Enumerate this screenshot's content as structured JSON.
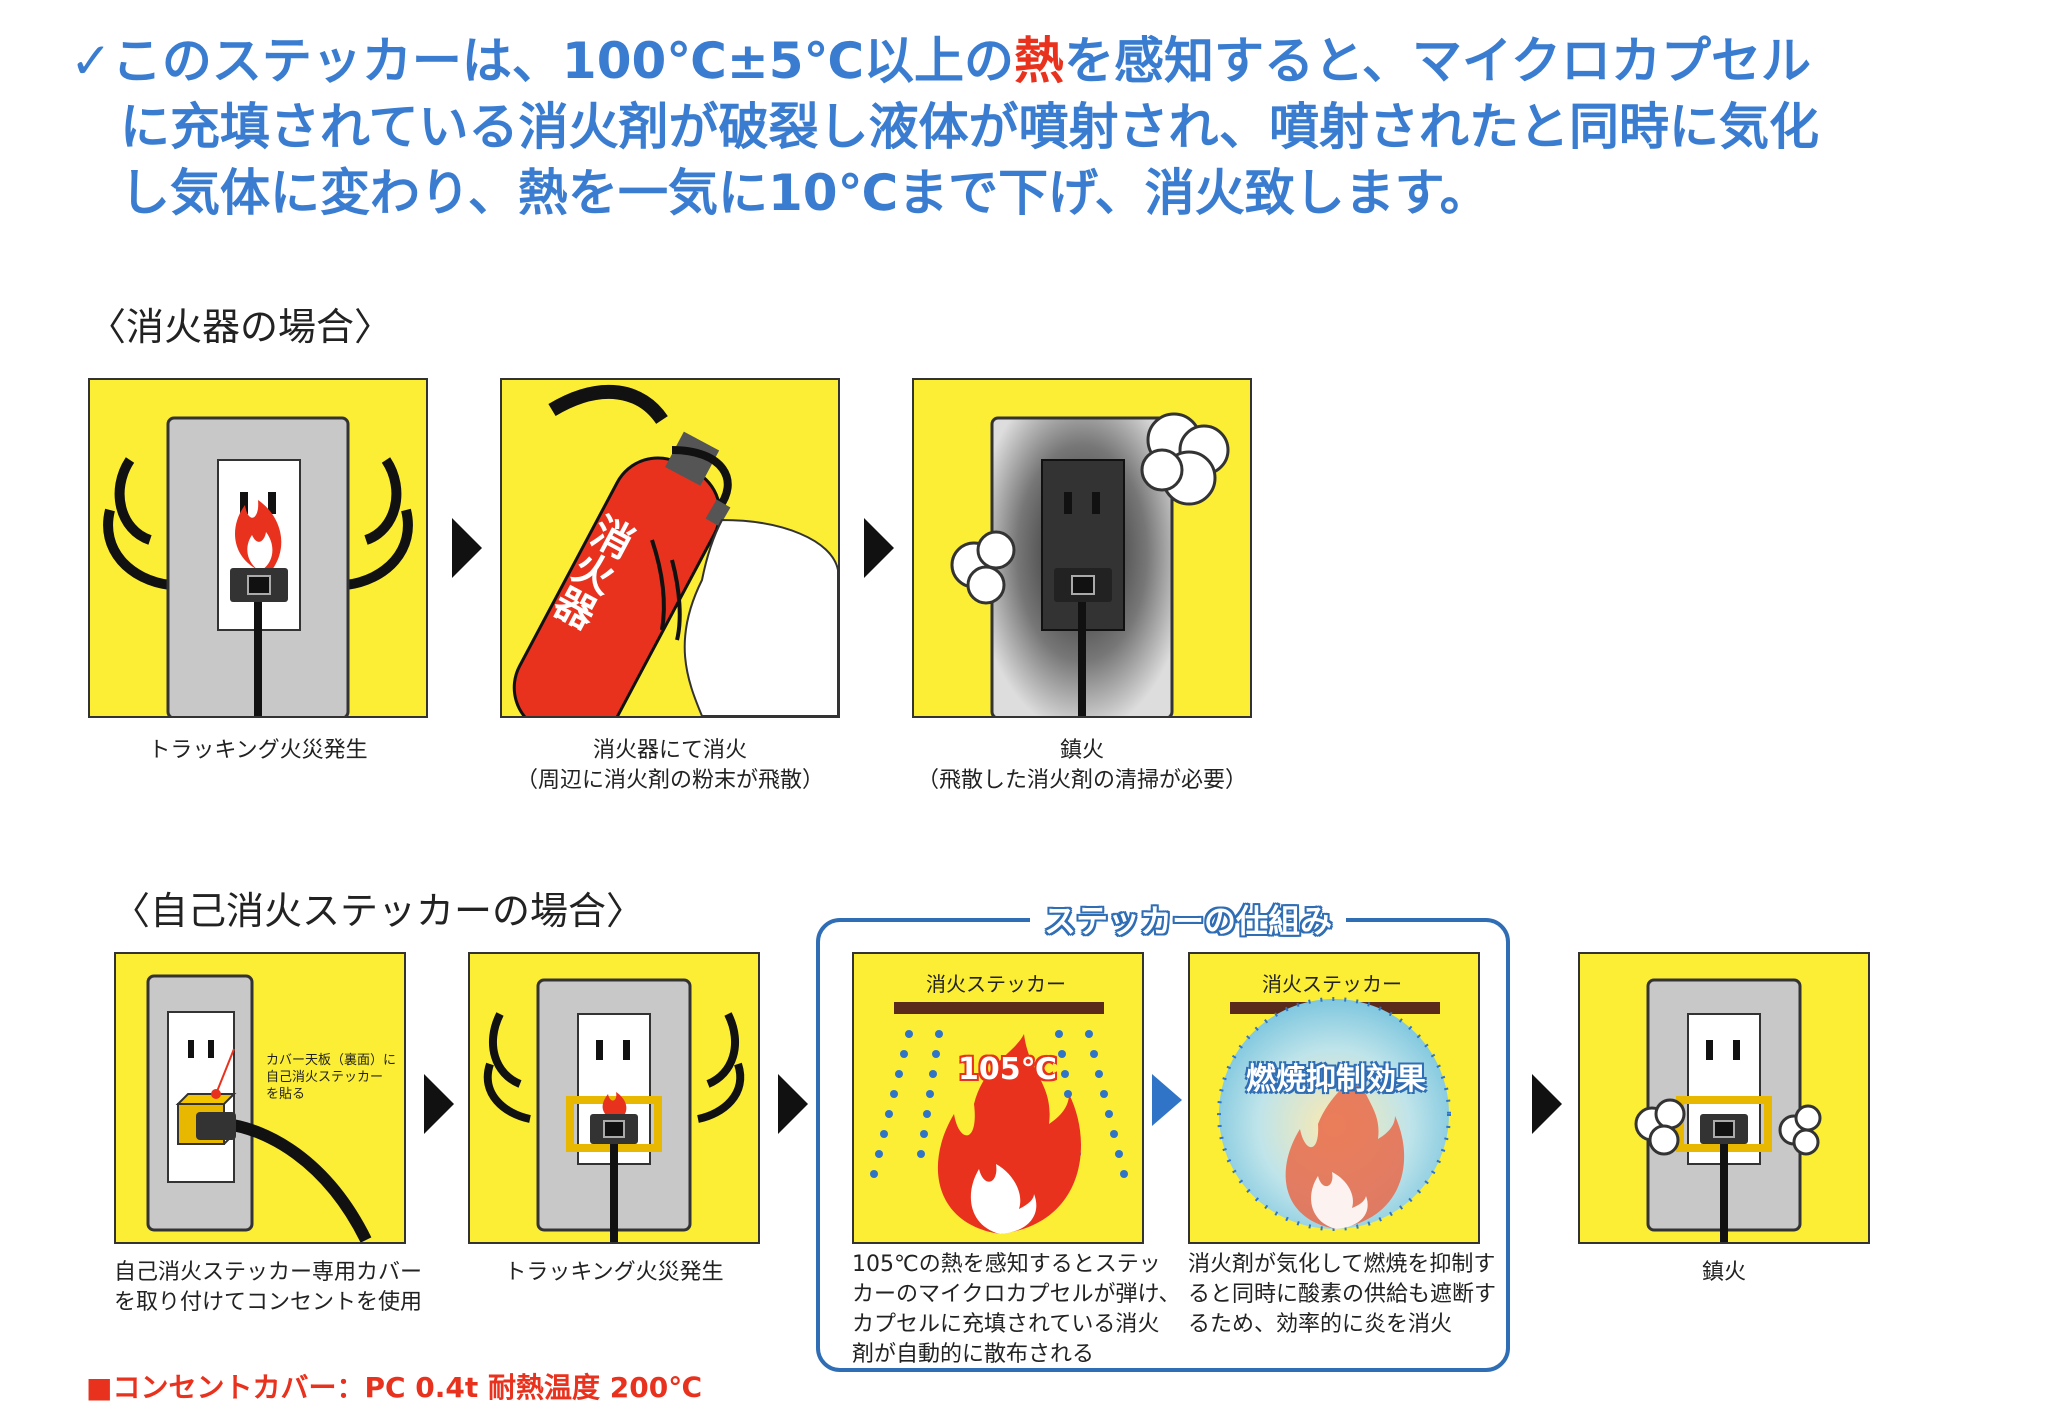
{
  "headline": {
    "check": "✓",
    "line1_a": "このステッカーは、100℃±5℃以上の",
    "line1_hot": "熱",
    "line1_b": "を感知すると、マイクロカプセル",
    "line2": "に充填されている消火剤が破裂し液体が噴射され、噴射されたと同時に気化",
    "line3": "し気体に変わり、熱を一気に10℃まで下げ、消火致します。"
  },
  "section1": {
    "title": "〈消火器の場合〉",
    "steps": [
      {
        "caption1": "トラッキング火災発生",
        "caption2": ""
      },
      {
        "caption1": "消火器にて消火",
        "caption2": "（周辺に消火剤の粉末が飛散）",
        "extinguisher_text": "消火器"
      },
      {
        "caption1": "鎮火",
        "caption2": "（飛散した消火剤の清掃が必要）"
      }
    ]
  },
  "section2": {
    "title": "〈自己消火ステッカーの場合〉",
    "mechanism_title": "ステッカーの仕組み",
    "steps": [
      {
        "caption": [
          "自己消火ステッカー専用カバー",
          "を取り付けてコンセントを使用"
        ],
        "callout": [
          "カバー天板（裏面）に",
          "自己消火ステッカー",
          "を貼る"
        ]
      },
      {
        "caption": [
          "トラッキング火災発生"
        ]
      },
      {
        "sticker_label": "消火ステッカー",
        "temp": "105℃",
        "caption": [
          "105℃の熱を感知するとステッ",
          "カーのマイクロカプセルが弾け、",
          "カプセルに充填されている消火",
          "剤が自動的に散布される"
        ]
      },
      {
        "sticker_label": "消火ステッカー",
        "effect": "燃焼抑制効果",
        "caption": [
          "消火剤が気化して燃焼を抑制す",
          "ると同時に酸素の供給も遮断す",
          "るため、効率的に炎を消火"
        ]
      },
      {
        "caption": [
          "鎮火"
        ]
      }
    ]
  },
  "footer": "■コンセントカバー：PC 0.4t 耐熱温度 200℃",
  "colors": {
    "panel": "#fcee35",
    "headline": "#3a7dd0",
    "accent_red": "#e8321e",
    "frame_blue": "#2f6db5"
  },
  "icons": [
    "outlet-icon",
    "flame-icon",
    "extinguisher-icon",
    "smoke-cloud-icon",
    "arrow-right-icon"
  ]
}
